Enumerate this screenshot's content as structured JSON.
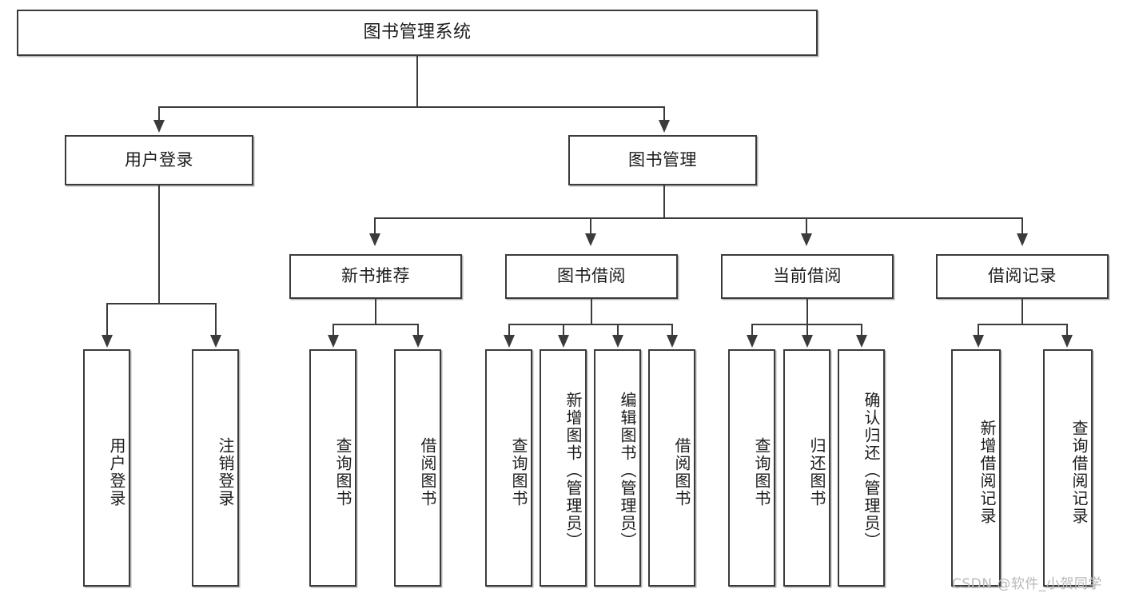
{
  "diagram": {
    "type": "hierarchy-tree",
    "title": "图书管理系统",
    "root": {
      "label": "图书管理系统"
    },
    "level2": [
      {
        "label": "用户登录"
      },
      {
        "label": "图书管理"
      }
    ],
    "level3": [
      {
        "label": "新书推荐"
      },
      {
        "label": "图书借阅"
      },
      {
        "label": "当前借阅"
      },
      {
        "label": "借阅记录"
      }
    ],
    "leaves": {
      "user_login": [
        {
          "label": "用户登录"
        },
        {
          "label": "注销登录"
        }
      ],
      "new_book_recommend": [
        {
          "label": "查询图书"
        },
        {
          "label": "借阅图书"
        }
      ],
      "book_borrow": [
        {
          "label": "查询图书"
        },
        {
          "label": "新增图书（管理员）"
        },
        {
          "label": "编辑图书（管理员）"
        },
        {
          "label": "借阅图书"
        }
      ],
      "current_borrow": [
        {
          "label": "查询图书"
        },
        {
          "label": "归还图书"
        },
        {
          "label": "确认归还（管理员）"
        }
      ],
      "borrow_record": [
        {
          "label": "新增借阅记录"
        },
        {
          "label": "查询借阅记录"
        }
      ]
    }
  },
  "watermark": {
    "text": "CSDN @软件_小贺同学"
  },
  "colors": {
    "stroke": "#3b3b3b",
    "fill": "#ffffff",
    "text": "#1c1c1c",
    "watermark": "#b9b9b9"
  }
}
